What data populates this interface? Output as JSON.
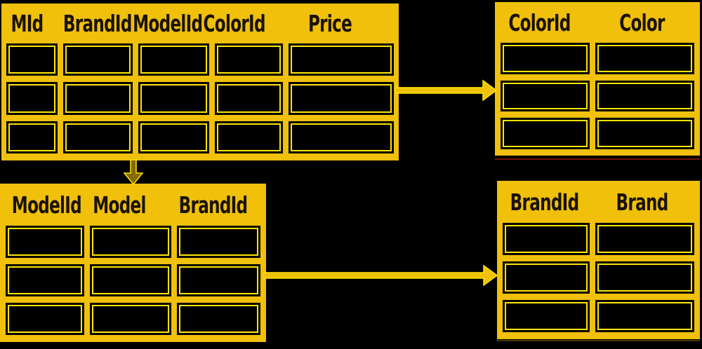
{
  "diagram": {
    "background_color": "#000000",
    "table_fill_color": "#F0C00A",
    "cell_outline_color": "#FFE600",
    "header_text_color": "#1a1206",
    "tables": [
      {
        "id": "motors",
        "position": "top-left",
        "headers": [
          "MId",
          "BrandId",
          "ModelId",
          "ColorId",
          "Price"
        ],
        "body_rows": 3,
        "body_cells_empty": true
      },
      {
        "id": "colors",
        "position": "top-right",
        "headers": [
          "ColorId",
          "Color"
        ],
        "body_rows": 3,
        "body_cells_empty": true
      },
      {
        "id": "models",
        "position": "bottom-left",
        "headers": [
          "ModelId",
          "Model",
          "BrandId"
        ],
        "body_rows": 3,
        "body_cells_empty": true
      },
      {
        "id": "brands",
        "position": "bottom-right",
        "headers": [
          "BrandId",
          "Brand"
        ],
        "body_rows": 3,
        "body_cells_empty": true
      }
    ],
    "arrows": [
      {
        "id": "motors-colorid-to-colors",
        "direction": "right"
      },
      {
        "id": "motors-modelid-to-models",
        "direction": "down"
      },
      {
        "id": "models-brandid-to-brands",
        "direction": "right"
      }
    ]
  }
}
